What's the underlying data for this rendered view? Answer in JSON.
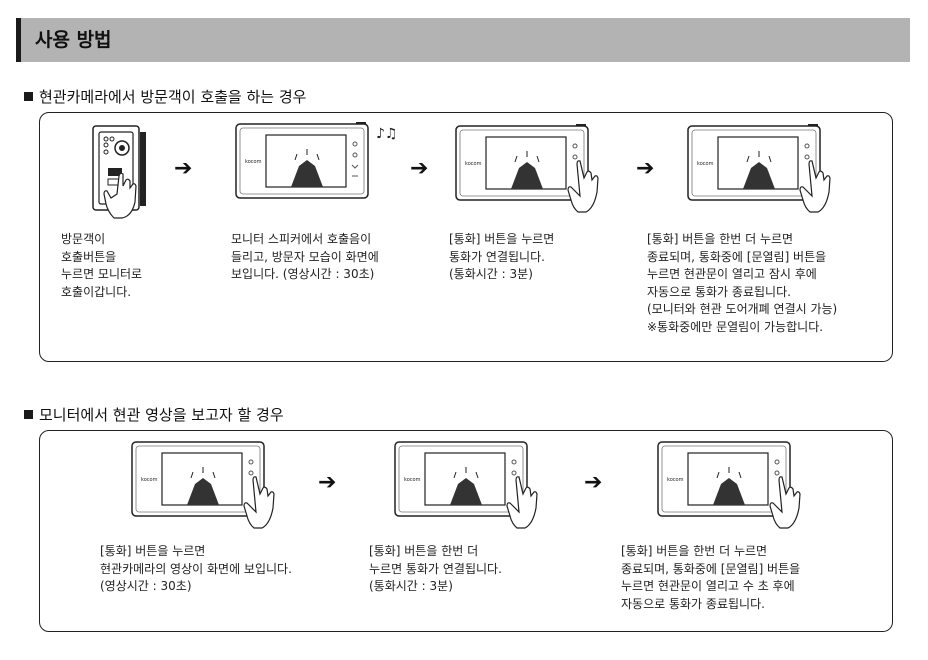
{
  "header": {
    "title": "사용 방법"
  },
  "section1": {
    "title": "현관카메라에서 방문객이 호출을 하는 경우",
    "steps": [
      {
        "icon": "door-camera-icon",
        "desc": "방문객이\n호출버튼을\n누르면 모니터로\n호출이갑니다."
      },
      {
        "icon": "monitor-ringing-icon",
        "brand": "kocom",
        "desc": "모니터 스피커에서 호출음이\n들리고, 방문자 모습이 화면에\n보입니다. (영상시간 : 30초)"
      },
      {
        "icon": "monitor-touch-icon",
        "brand": "kocom",
        "desc": "[통화] 버튼을 누르면\n통화가 연결됩니다.\n(통화시간 : 3분)"
      },
      {
        "icon": "monitor-touch-icon",
        "brand": "kocom",
        "desc": "[통화] 버튼을 한번 더 누르면\n종료되며, 통화중에 [문열림] 버튼을\n누르면 현관문이 열리고 잠시 후에\n자동으로 통화가 종료됩니다.\n(모니터와 현관 도어개폐 연결시 가능)\n※통화중에만 문열림이 가능합니다."
      }
    ]
  },
  "section2": {
    "title": "모니터에서 현관 영상을 보고자 할 경우",
    "steps": [
      {
        "icon": "monitor-touch-icon",
        "brand": "kocom",
        "desc": "[통화] 버튼을 누르면\n현관카메라의 영상이 화면에 보입니다.\n(영상시간 : 30초)"
      },
      {
        "icon": "monitor-touch-icon",
        "brand": "kocom",
        "desc": "[통화] 버튼을 한번 더\n누르면 통화가 연결됩니다.\n(통화시간 : 3분)"
      },
      {
        "icon": "monitor-touch-icon",
        "brand": "kocom",
        "desc": "[통화] 버튼을 한번 더 누르면\n종료되며, 통화중에 [문열림] 버튼을\n누르면 현관문이 열리고 수 초 후에\n자동으로 통화가 종료됩니다."
      }
    ]
  },
  "arrow_glyph": "➔"
}
